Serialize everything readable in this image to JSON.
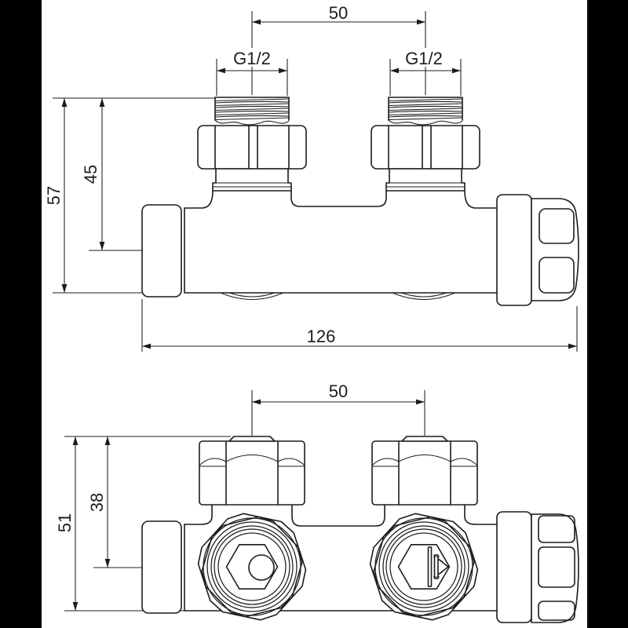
{
  "canvas": {
    "background": "#ffffff",
    "side_bar_color": "#000000",
    "line_color": "#1c1c1c"
  },
  "front_view": {
    "dim_center_spacing": "50",
    "dim_thread_left": "G1/2",
    "dim_thread_right": "G1/2",
    "dim_axis_height": "45",
    "dim_total_height": "57",
    "dim_total_length": "126"
  },
  "bottom_view": {
    "dim_center_spacing": "50",
    "dim_axis_height": "38",
    "dim_total_height": "51"
  }
}
